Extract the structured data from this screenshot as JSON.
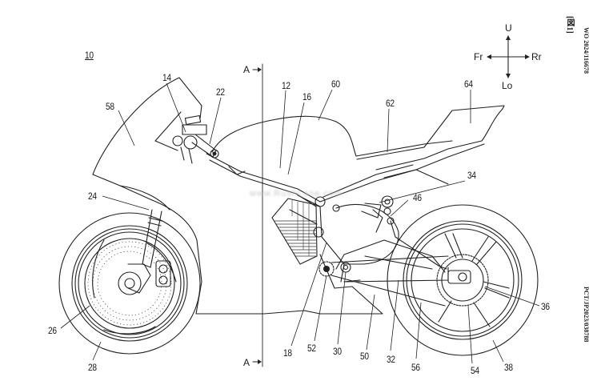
{
  "document": {
    "type": "patent-drawing",
    "figure_label": "[図1]",
    "side_header_top": "WO 2024/116678",
    "side_header_bottom": "PCT/JP2023/038788",
    "watermark": "www.RushLane.com"
  },
  "orientation": {
    "up": "U",
    "down": "Lo",
    "front": "Fr",
    "rear": "Rr"
  },
  "section_marks": {
    "top": "A",
    "bottom": "A"
  },
  "figure_ref": "10",
  "reference_numerals": [
    {
      "id": "10",
      "part": "vehicle"
    },
    {
      "id": "12",
      "part": "frame"
    },
    {
      "id": "14",
      "part": "handlebar"
    },
    {
      "id": "16",
      "part": "frame-member"
    },
    {
      "id": "18",
      "part": "frame-lower"
    },
    {
      "id": "22",
      "part": "steering"
    },
    {
      "id": "24",
      "part": "front-fork"
    },
    {
      "id": "26",
      "part": "front-brake-disc"
    },
    {
      "id": "28",
      "part": "front-wheel"
    },
    {
      "id": "30",
      "part": "pivot"
    },
    {
      "id": "32",
      "part": "swing-arm"
    },
    {
      "id": "34",
      "part": "rear-shock"
    },
    {
      "id": "36",
      "part": "rear-axle"
    },
    {
      "id": "38",
      "part": "rear-wheel"
    },
    {
      "id": "46",
      "part": "link"
    },
    {
      "id": "50",
      "part": "under-cover"
    },
    {
      "id": "52",
      "part": "drive-sprocket"
    },
    {
      "id": "54",
      "part": "driven-sprocket"
    },
    {
      "id": "56",
      "part": "chain"
    },
    {
      "id": "58",
      "part": "front-cowl"
    },
    {
      "id": "60",
      "part": "tank-cover"
    },
    {
      "id": "62",
      "part": "seat"
    },
    {
      "id": "64",
      "part": "tail-cowl"
    }
  ]
}
